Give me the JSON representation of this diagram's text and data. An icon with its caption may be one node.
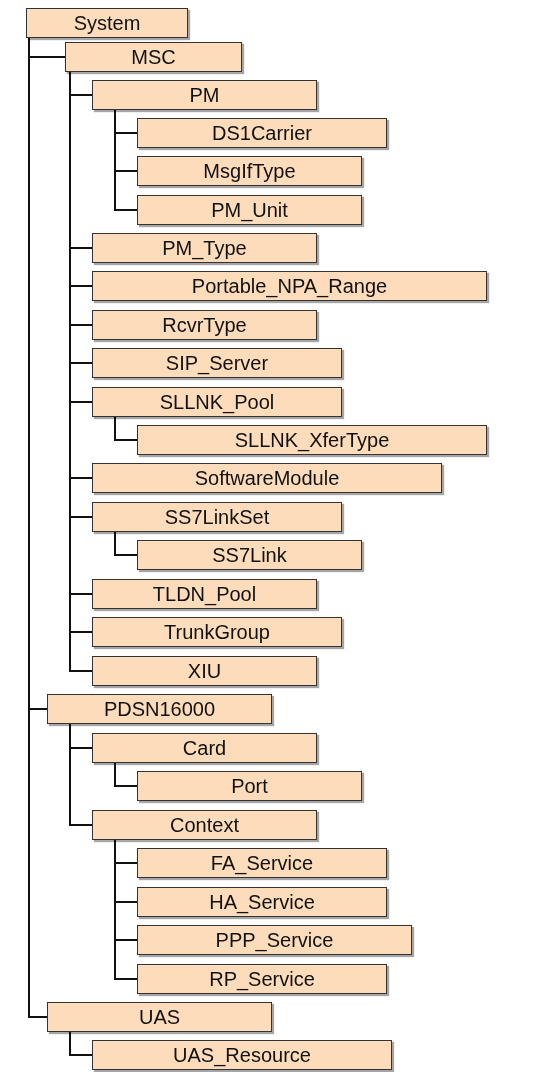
{
  "diagram": {
    "nodes": [
      {
        "text": [
          "System"
        ]
      },
      {
        "text": [
          "MSC"
        ]
      },
      {
        "text": [
          "PM"
        ]
      },
      {
        "text": [
          "DS1Carrier"
        ]
      },
      {
        "text": [
          "MsgIfType"
        ]
      },
      {
        "text": [
          "PM_Unit"
        ]
      },
      {
        "text": [
          "PM_Type"
        ]
      },
      {
        "text": [
          "Portable_NPA_Range"
        ]
      },
      {
        "text": [
          "RcvrType"
        ]
      },
      {
        "text": [
          "SIP_Server"
        ]
      },
      {
        "text": [
          "SLLNK_Pool"
        ]
      },
      {
        "text": [
          "SLLNK_XferType"
        ]
      },
      {
        "text": [
          "SoftwareModule"
        ]
      },
      {
        "text": [
          "SS7LinkSet"
        ]
      },
      {
        "text": [
          "SS7Link"
        ]
      },
      {
        "text": [
          "TLDN_Pool"
        ]
      },
      {
        "text": [
          "TrunkGroup"
        ]
      },
      {
        "text": [
          "XIU"
        ]
      },
      {
        "text": [
          "PDSN16000"
        ]
      },
      {
        "text": [
          "Card"
        ]
      },
      {
        "text": [
          "Port"
        ]
      },
      {
        "text": [
          "Context"
        ]
      },
      {
        "text": [
          "FA_Service"
        ]
      },
      {
        "text": [
          "HA_Service"
        ]
      },
      {
        "text": [
          "PPP_Service"
        ]
      },
      {
        "text": [
          "RP_Service"
        ]
      },
      {
        "text": [
          "UAS"
        ]
      },
      {
        "text": [
          "UAS_Resource"
        ]
      }
    ],
    "edges": [
      {
        "from": 0,
        "to": 1,
        "arrow": "none"
      },
      {
        "from": 1,
        "to": 2,
        "arrow": "none"
      },
      {
        "from": 2,
        "to": 3,
        "arrow": "none"
      },
      {
        "from": 2,
        "to": 4,
        "arrow": "none"
      },
      {
        "from": 2,
        "to": 5,
        "arrow": "none"
      },
      {
        "from": 1,
        "to": 6,
        "arrow": "none"
      },
      {
        "from": 1,
        "to": 7,
        "arrow": "none"
      },
      {
        "from": 1,
        "to": 8,
        "arrow": "none"
      },
      {
        "from": 1,
        "to": 9,
        "arrow": "none"
      },
      {
        "from": 1,
        "to": 10,
        "arrow": "none"
      },
      {
        "from": 10,
        "to": 11,
        "arrow": "none"
      },
      {
        "from": 1,
        "to": 12,
        "arrow": "none"
      },
      {
        "from": 1,
        "to": 13,
        "arrow": "none"
      },
      {
        "from": 13,
        "to": 14,
        "arrow": "none"
      },
      {
        "from": 1,
        "to": 15,
        "arrow": "none"
      },
      {
        "from": 1,
        "to": 16,
        "arrow": "none"
      },
      {
        "from": 1,
        "to": 17,
        "arrow": "none"
      },
      {
        "from": 0,
        "to": 18,
        "arrow": "none"
      },
      {
        "from": 18,
        "to": 19,
        "arrow": "none"
      },
      {
        "from": 19,
        "to": 20,
        "arrow": "none"
      },
      {
        "from": 18,
        "to": 21,
        "arrow": "none"
      },
      {
        "from": 21,
        "to": 22,
        "arrow": "none"
      },
      {
        "from": 21,
        "to": 23,
        "arrow": "none"
      },
      {
        "from": 21,
        "to": 24,
        "arrow": "none"
      },
      {
        "from": 21,
        "to": 25,
        "arrow": "none"
      },
      {
        "from": 0,
        "to": 26,
        "arrow": "none"
      },
      {
        "from": 26,
        "to": 27,
        "arrow": "none"
      }
    ]
  }
}
